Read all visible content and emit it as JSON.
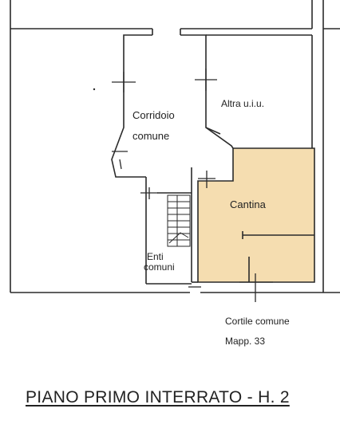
{
  "plan": {
    "rooms": {
      "corridor_line1": "Corridoio",
      "corridor_line2": "comune",
      "other_unit": "Altra u.i.u.",
      "cellar": "Cantina",
      "common_line1": "Enti",
      "common_line2": "comuni",
      "courtyard": "Cortile comune",
      "parcel": "Mapp. 33"
    },
    "title": "PIANO PRIMO INTERRATO - H. 2",
    "colors": {
      "cellar_fill": "#f5ddb0",
      "wall": "#2a2a2a"
    }
  }
}
